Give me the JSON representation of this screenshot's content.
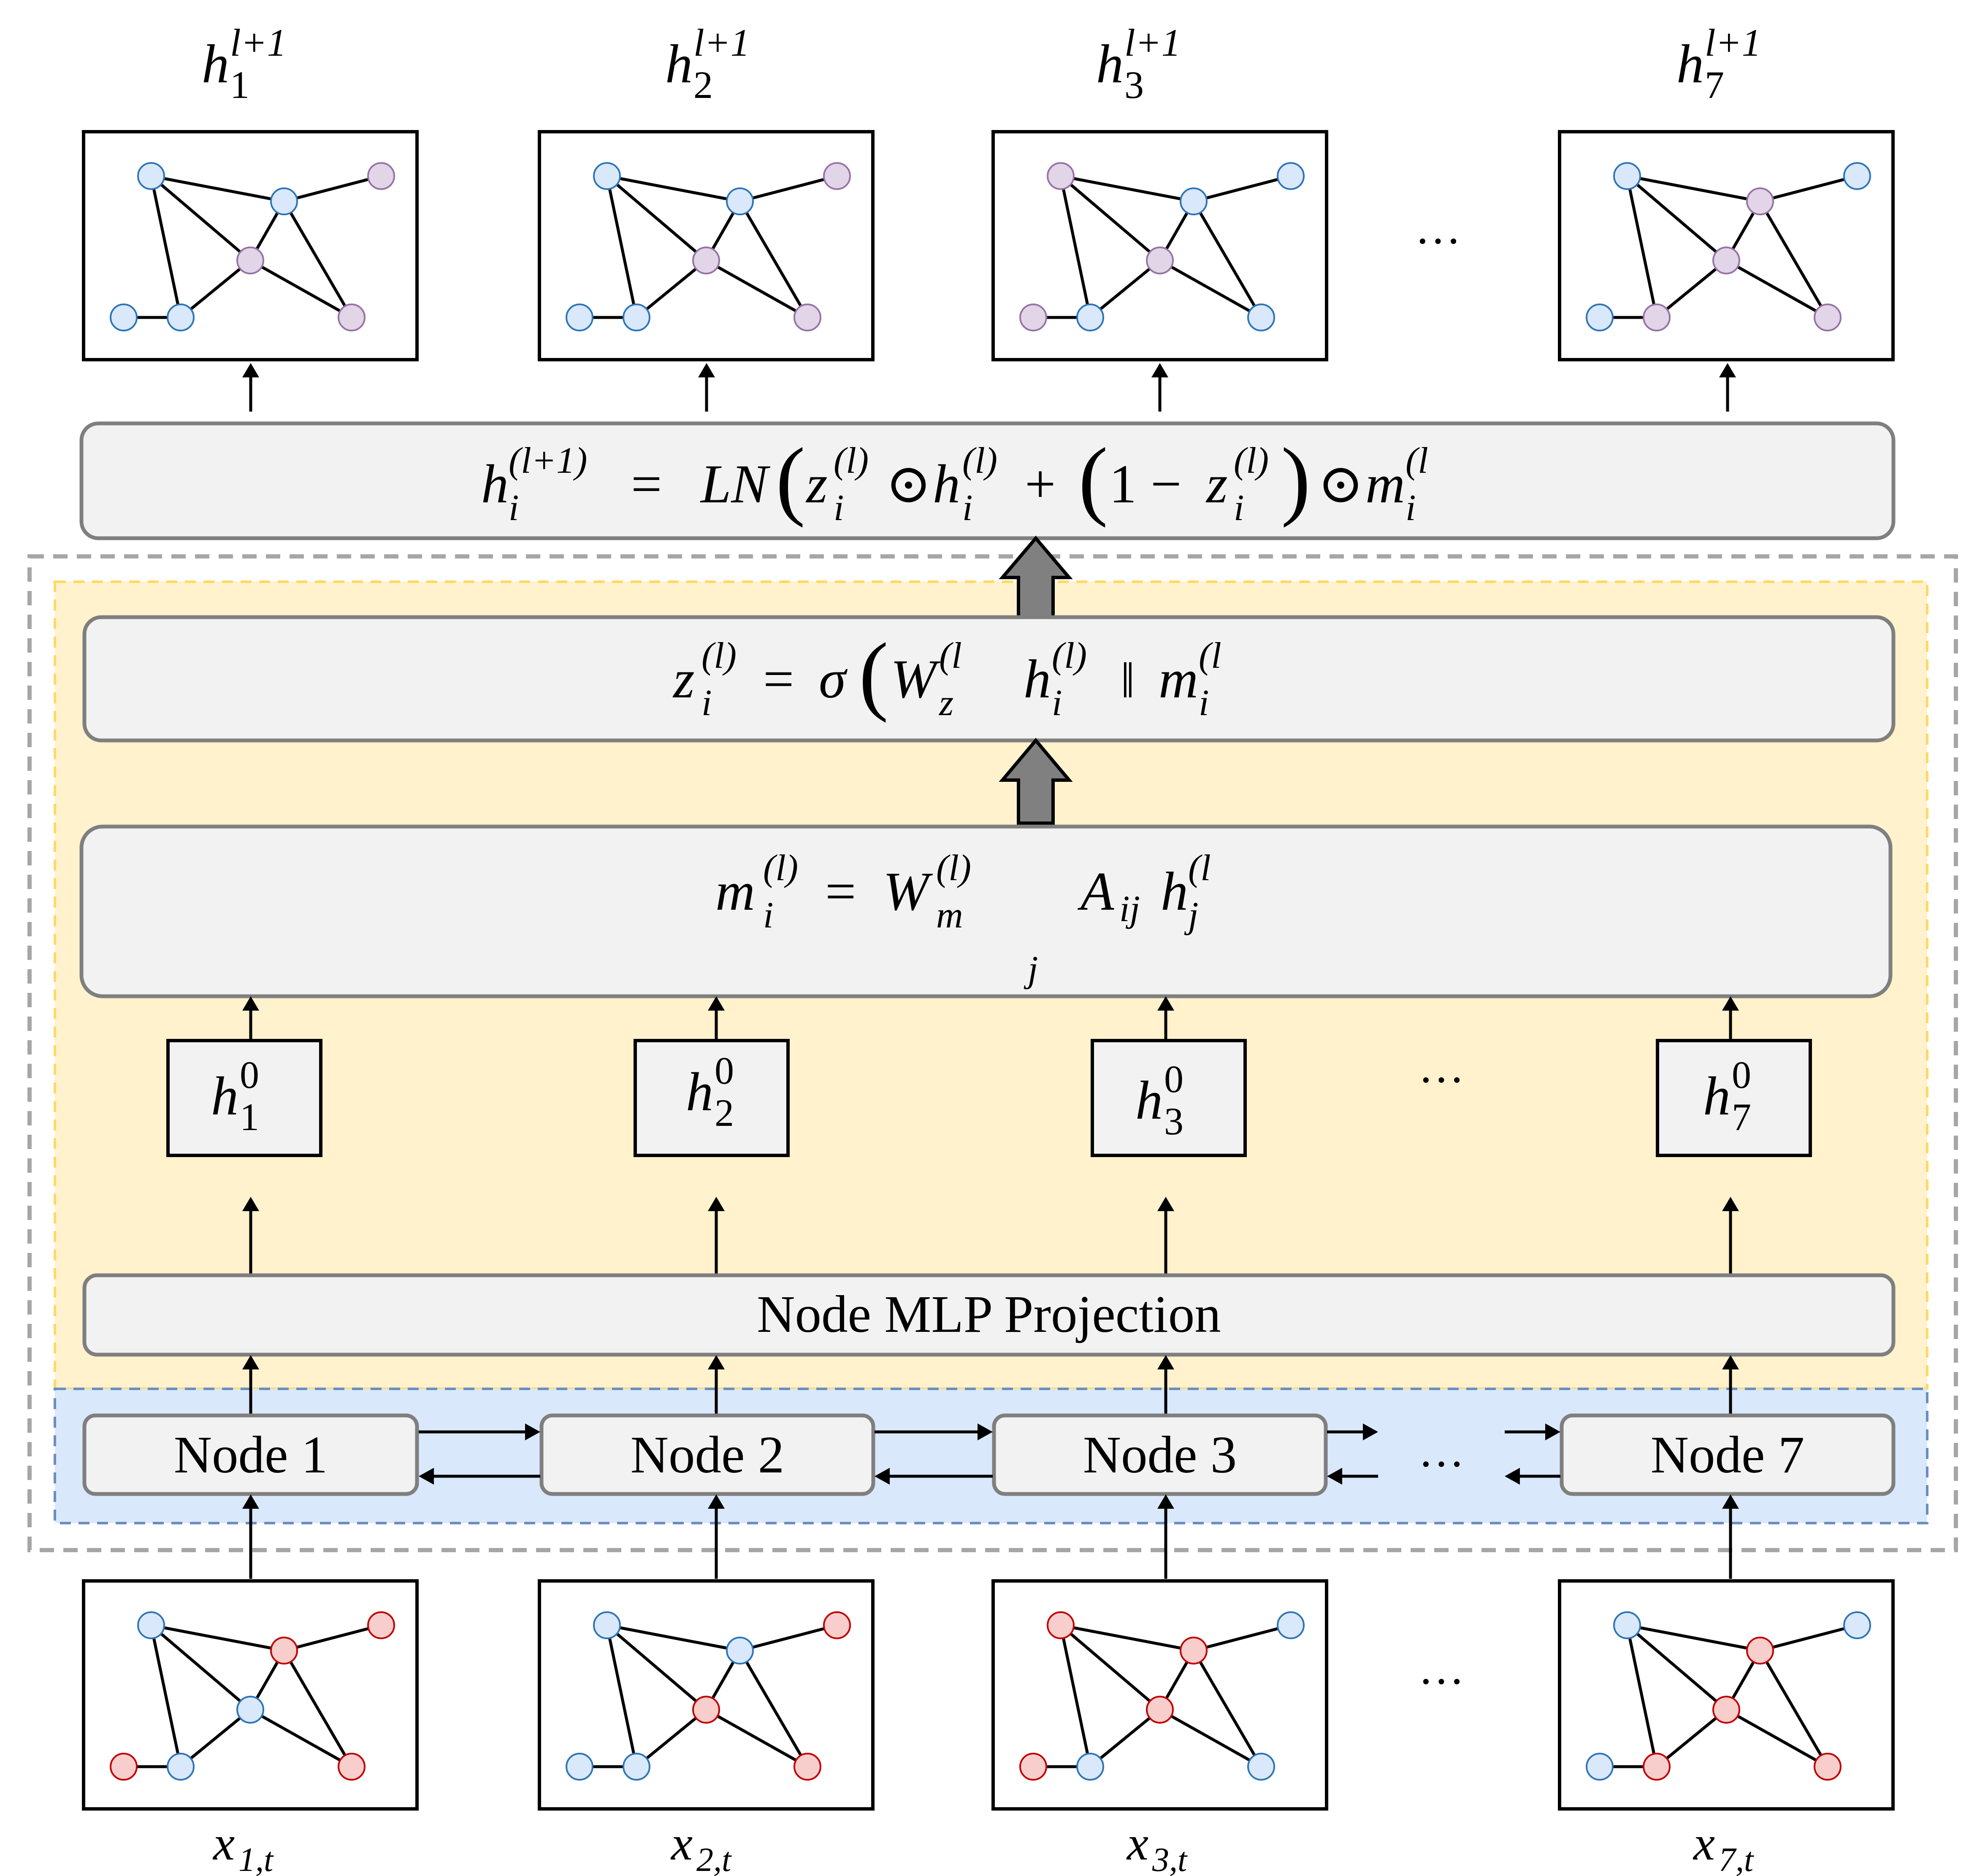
{
  "colors": {
    "outer_dashed_border": "#a6a6a6",
    "yellow_region_fill": "#fff2cc",
    "yellow_region_border": "#ffd966",
    "blue_region_fill": "#dae8fc",
    "blue_region_border": "#6c8ebf",
    "panel_fill": "#f2f2f2",
    "panel_border": "#7f7f7f",
    "blue_node_fill": "#dae8fc",
    "blue_node_stroke": "#2e75b6",
    "purple_node_fill": "#e1d5e7",
    "purple_node_stroke": "#9673a6",
    "red_node_fill": "#f8cecc",
    "red_node_stroke": "#c00000",
    "big_arrow_fill": "#808080"
  },
  "ellipsis": "···",
  "output_labels": [
    {
      "base": "h",
      "sub": "1",
      "sup": "l+1"
    },
    {
      "base": "h",
      "sub": "2",
      "sup": "l+1"
    },
    {
      "base": "h",
      "sub": "3",
      "sup": "l+1"
    },
    {
      "base": "h",
      "sub": "7",
      "sup": "l+1"
    }
  ],
  "output_graph_node_colors": [
    [
      "blue",
      "blue",
      "purple",
      "blue",
      "purple",
      "blue",
      "purple"
    ],
    [
      "blue",
      "blue",
      "purple",
      "blue",
      "purple",
      "blue",
      "purple"
    ],
    [
      "purple",
      "blue",
      "blue",
      "purple",
      "purple",
      "blue",
      "blue"
    ],
    [
      "blue",
      "purple",
      "blue",
      "blue",
      "purple",
      "purple",
      "purple"
    ]
  ],
  "input_graph_node_colors": [
    [
      "blue",
      "red",
      "red",
      "red",
      "blue",
      "blue",
      "red"
    ],
    [
      "blue",
      "blue",
      "red",
      "blue",
      "red",
      "blue",
      "red"
    ],
    [
      "red",
      "red",
      "blue",
      "red",
      "red",
      "blue",
      "blue"
    ],
    [
      "blue",
      "red",
      "blue",
      "blue",
      "red",
      "red",
      "red"
    ]
  ],
  "graph_node_order": [
    "top-left",
    "upper-middle",
    "top-right",
    "bottom-left",
    "center",
    "bottom-middle",
    "bottom-right"
  ],
  "formulas": {
    "update": "h_i^(l+1) = LN( z_i^(l) ⊙ h_i^(l) + (1 − z_i^(l)) ⊙ m_i^(l",
    "gate": "z_i^(l) = σ( W_z^(l  h_i^(l) ‖ m_i^(l",
    "message": "m_i^(l) = W_m^(l)  A_ij h_j^(l  j"
  },
  "formula_parts": {
    "h": "h",
    "z": "z",
    "m": "m",
    "W": "W",
    "A": "A",
    "i": "i",
    "j": "j",
    "ij": "ij",
    "m_sub": "m",
    "z_sub": "z",
    "l": "(l)",
    "l_open": "(l",
    "l_plus_1": "(l+1)",
    "eq": "=",
    "LN": "LN",
    "odot": "⊙",
    "plus": "+",
    "one": "1",
    "minus": "−",
    "sigma": "σ",
    "concat": "‖",
    "lparen": "(",
    "rparen": ")"
  },
  "embedding_labels": [
    {
      "base": "h",
      "sub": "1",
      "sup": "0"
    },
    {
      "base": "h",
      "sub": "2",
      "sup": "0"
    },
    {
      "base": "h",
      "sub": "3",
      "sup": "0"
    },
    {
      "base": "h",
      "sub": "7",
      "sup": "0"
    }
  ],
  "projection_label": "Node MLP Projection",
  "node_labels": [
    "Node 1",
    "Node 2",
    "Node 3",
    "Node 7"
  ],
  "input_labels": [
    {
      "base": "x",
      "sub": "1,t"
    },
    {
      "base": "x",
      "sub": "2,t"
    },
    {
      "base": "x",
      "sub": "3,t"
    },
    {
      "base": "x",
      "sub": "7,t"
    }
  ]
}
